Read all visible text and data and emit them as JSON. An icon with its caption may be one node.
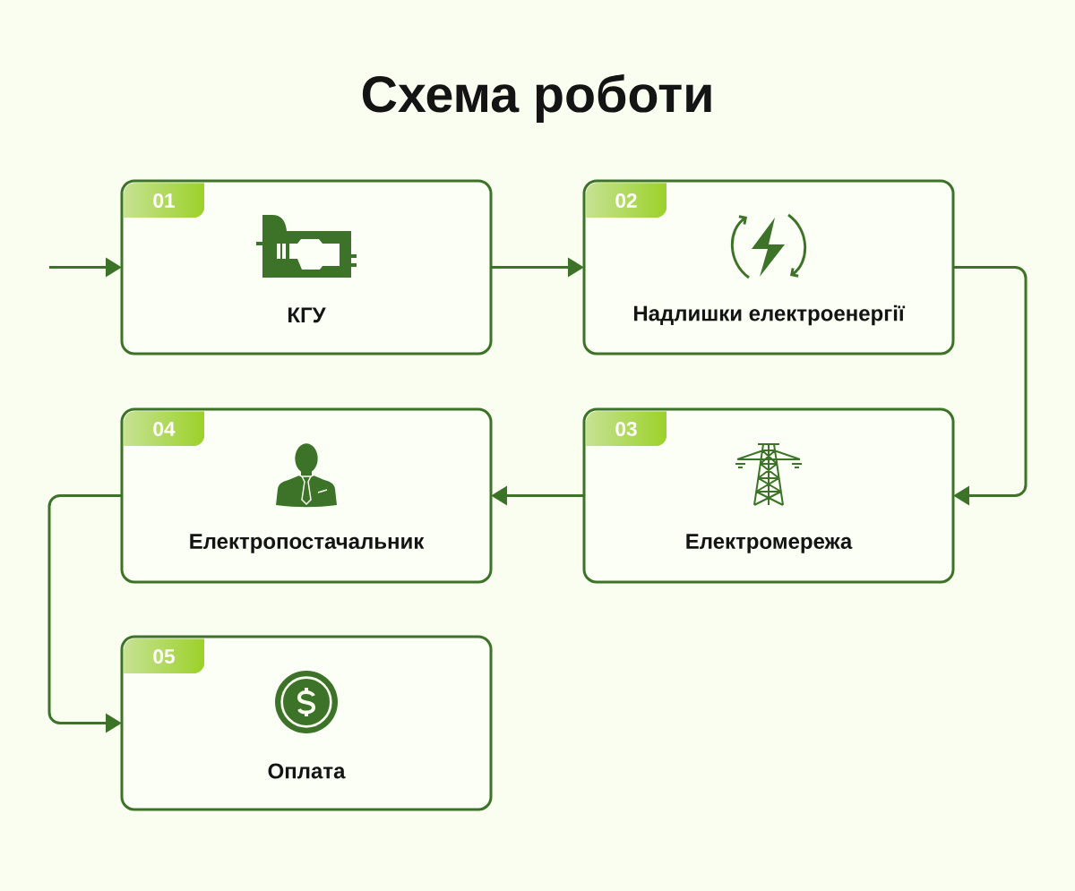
{
  "diagram": {
    "title": "Схема роботи",
    "nodes": [
      {
        "text": [
          "01",
          "КГУ"
        ]
      },
      {
        "text": [
          "02",
          "Надлишки електроенергії"
        ]
      },
      {
        "text": [
          "03",
          "Електромережа"
        ]
      },
      {
        "text": [
          "04",
          "Електропостачальник"
        ]
      },
      {
        "text": [
          "05",
          "Оплата"
        ]
      }
    ],
    "edges": [
      {
        "from": null,
        "to": 0,
        "arrow": "to"
      },
      {
        "from": 0,
        "to": 1,
        "arrow": "to"
      },
      {
        "from": 1,
        "to": 2,
        "arrow": "to"
      },
      {
        "from": 2,
        "to": 3,
        "arrow": "to"
      },
      {
        "from": 3,
        "to": 4,
        "arrow": "to"
      }
    ]
  }
}
